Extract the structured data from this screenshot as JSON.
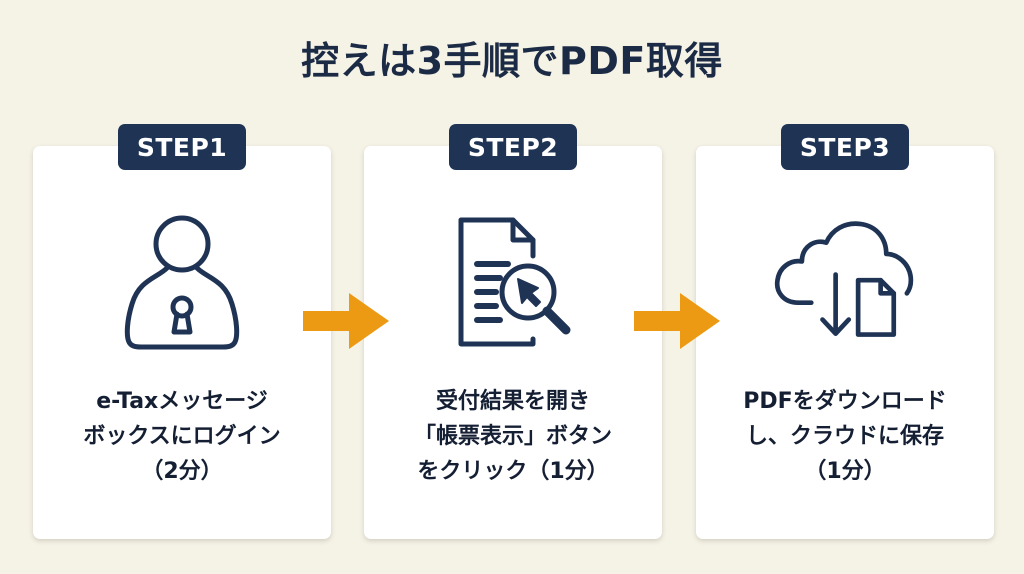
{
  "title": "控えは3手順でPDF取得",
  "colors": {
    "background": "#f5f2e6",
    "card": "#ffffff",
    "navy": "#1f3354",
    "text": "#151f33",
    "arrow": "#ec9a13"
  },
  "steps": [
    {
      "badge": "STEP1",
      "icon": "user-lock-icon",
      "lines": [
        "e-Taxメッセージ",
        "ボックスにログイン",
        "（2分）"
      ]
    },
    {
      "badge": "STEP2",
      "icon": "document-search-icon",
      "lines": [
        "受付結果を開き",
        "「帳票表示」ボタン",
        "をクリック（1分）"
      ]
    },
    {
      "badge": "STEP3",
      "icon": "cloud-download-file-icon",
      "lines": [
        "PDFをダウンロード",
        "し、クラウドに保存",
        "（1分）"
      ]
    }
  ],
  "connectors": [
    {
      "icon": "arrow-right-icon",
      "from": "STEP1",
      "to": "STEP2"
    },
    {
      "icon": "arrow-right-icon",
      "from": "STEP2",
      "to": "STEP3"
    }
  ]
}
